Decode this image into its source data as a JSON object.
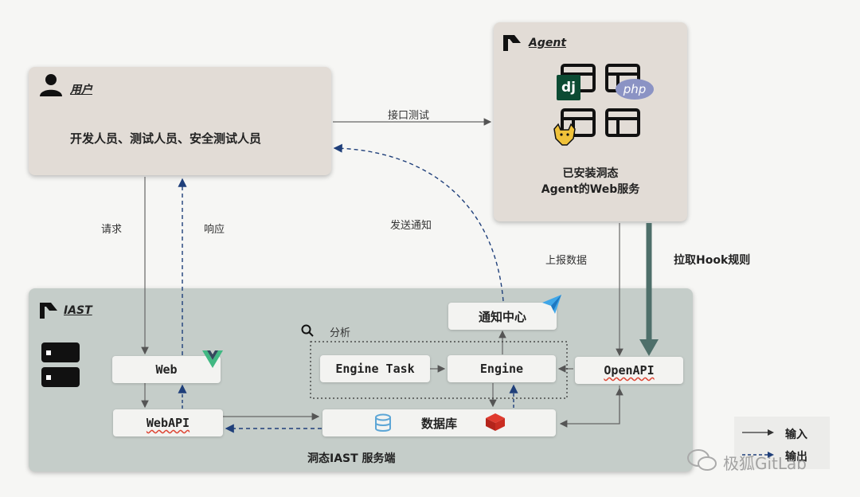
{
  "user": {
    "title": "用户",
    "roles": "开发人员、测试人员、安全测试人员"
  },
  "agent": {
    "title": "Agent",
    "caption_line1": "已安装洞态",
    "caption_line2": "Agent的Web服务",
    "frameworks": [
      "dj",
      "php"
    ]
  },
  "iast": {
    "title": "IAST",
    "boxes": {
      "web": "Web",
      "webapi": "WebAPI",
      "engine_task": "Engine Task",
      "engine": "Engine",
      "notify": "通知中心",
      "openapi": "OpenAPI",
      "db": "数据库"
    },
    "analysis_label": "分析",
    "footer": "洞态IAST 服务端"
  },
  "edges": {
    "api_test": "接口测试",
    "request": "请求",
    "response": "响应",
    "notify_send": "发送通知",
    "report": "上报数据",
    "pull_hook": "拉取Hook规则"
  },
  "legend": {
    "input": "输入",
    "output": "输出"
  },
  "watermark": "极狐GitLab",
  "colors": {
    "panel": "#e2dcd6",
    "iast_panel": "#c5cdc9",
    "dashed_arrow": "#1f3f7a",
    "hook_arrow": "#4e6f6a"
  }
}
